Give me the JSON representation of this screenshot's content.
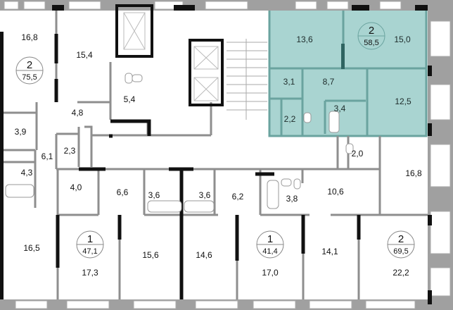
{
  "colors": {
    "highlight": "#a9d4d1",
    "highlight_wall": "#6aa39f",
    "wall": "#8e8e8e",
    "bearing_wall": "#111111"
  },
  "apartments": [
    {
      "rooms": "2",
      "area": "75,5",
      "highlighted": false
    },
    {
      "rooms": "2",
      "area": "58,5",
      "highlighted": true
    },
    {
      "rooms": "1",
      "area": "47,1",
      "highlighted": false
    },
    {
      "rooms": "1",
      "area": "41,4",
      "highlighted": false
    },
    {
      "rooms": "2",
      "area": "69,5",
      "highlighted": false
    }
  ],
  "rooms": {
    "r1": "16,8",
    "r2": "15,4",
    "r3": "5,4",
    "r4": "4,8",
    "r5": "3,9",
    "r6": "2,3",
    "r7": "6,1",
    "r8": "4,3",
    "r9": "4,0",
    "r10": "6,6",
    "r11": "3,6",
    "r12": "3,6",
    "r13": "6,2",
    "r14": "3,8",
    "r15": "10,6",
    "r16": "2,0",
    "r17": "16,8",
    "r18": "16,5",
    "r19": "17,3",
    "r20": "15,6",
    "r21": "14,6",
    "r22": "17,0",
    "r23": "14,1",
    "r24": "22,2",
    "t1": "13,6",
    "t2": "15,0",
    "t3": "3,1",
    "t4": "8,7",
    "t5": "12,5",
    "t6": "3,4",
    "t7": "2,2"
  }
}
